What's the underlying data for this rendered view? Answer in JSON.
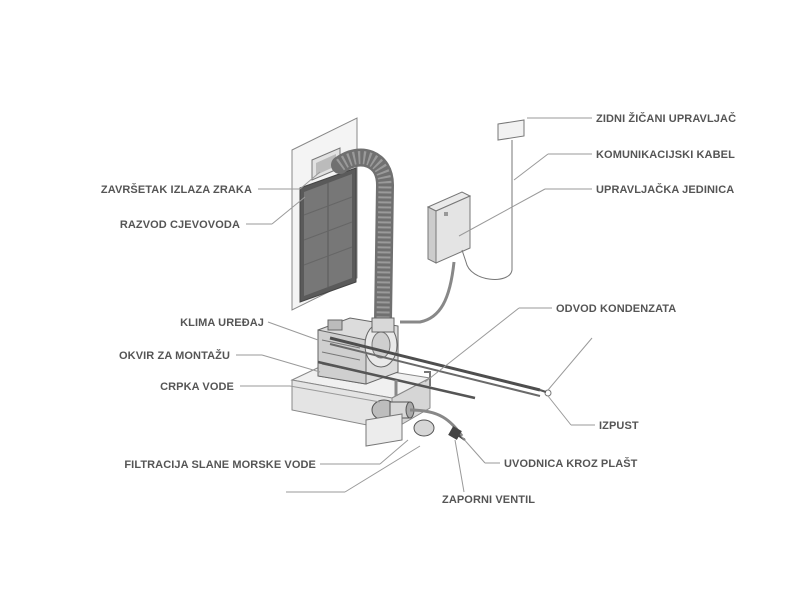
{
  "diagram": {
    "labels": {
      "outlet": "ZAVRŠETAK IZLAZA ZRAKA",
      "ducting": "RAZVOD CJEVOVODA",
      "ac_unit": "KLIMA UREĐAJ",
      "mount_frame": "OKVIR ZA MONTAŽU",
      "water_pump": "CRPKA VODE",
      "filter": "FILTRACIJA SLANE MORSKE VODE",
      "wall_control": "ZIDNI ŽIČANI UPRAVLJAČ",
      "comm_cable": "KOMUNIKACIJSKI KABEL",
      "control_unit": "UPRAVLJAČKA JEDINICA",
      "condensate": "ODVOD KONDENZATA",
      "discharge": "IZPUST",
      "thru_hull": "UVODNICA KROZ PLAŠT",
      "shutoff_valve": "ZAPORNI VENTIL"
    }
  }
}
